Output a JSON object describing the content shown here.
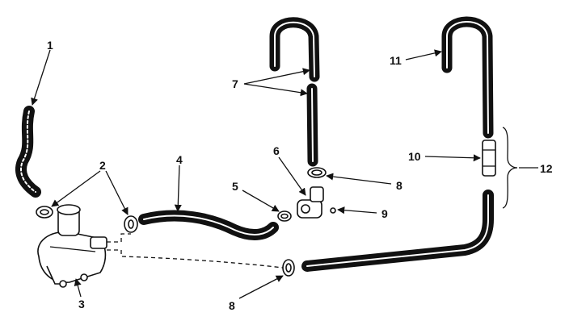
{
  "diagram": {
    "callouts": [
      {
        "id": "1",
        "label": "1"
      },
      {
        "id": "2",
        "label": "2"
      },
      {
        "id": "3",
        "label": "3"
      },
      {
        "id": "4",
        "label": "4"
      },
      {
        "id": "5",
        "label": "5"
      },
      {
        "id": "6",
        "label": "6"
      },
      {
        "id": "7",
        "label": "7"
      },
      {
        "id": "8a",
        "label": "8"
      },
      {
        "id": "8b",
        "label": "8"
      },
      {
        "id": "9",
        "label": "9"
      },
      {
        "id": "10",
        "label": "10"
      },
      {
        "id": "11",
        "label": "11"
      },
      {
        "id": "12",
        "label": "12"
      }
    ],
    "colors": {
      "ink": "#111111",
      "background": "#ffffff"
    }
  }
}
